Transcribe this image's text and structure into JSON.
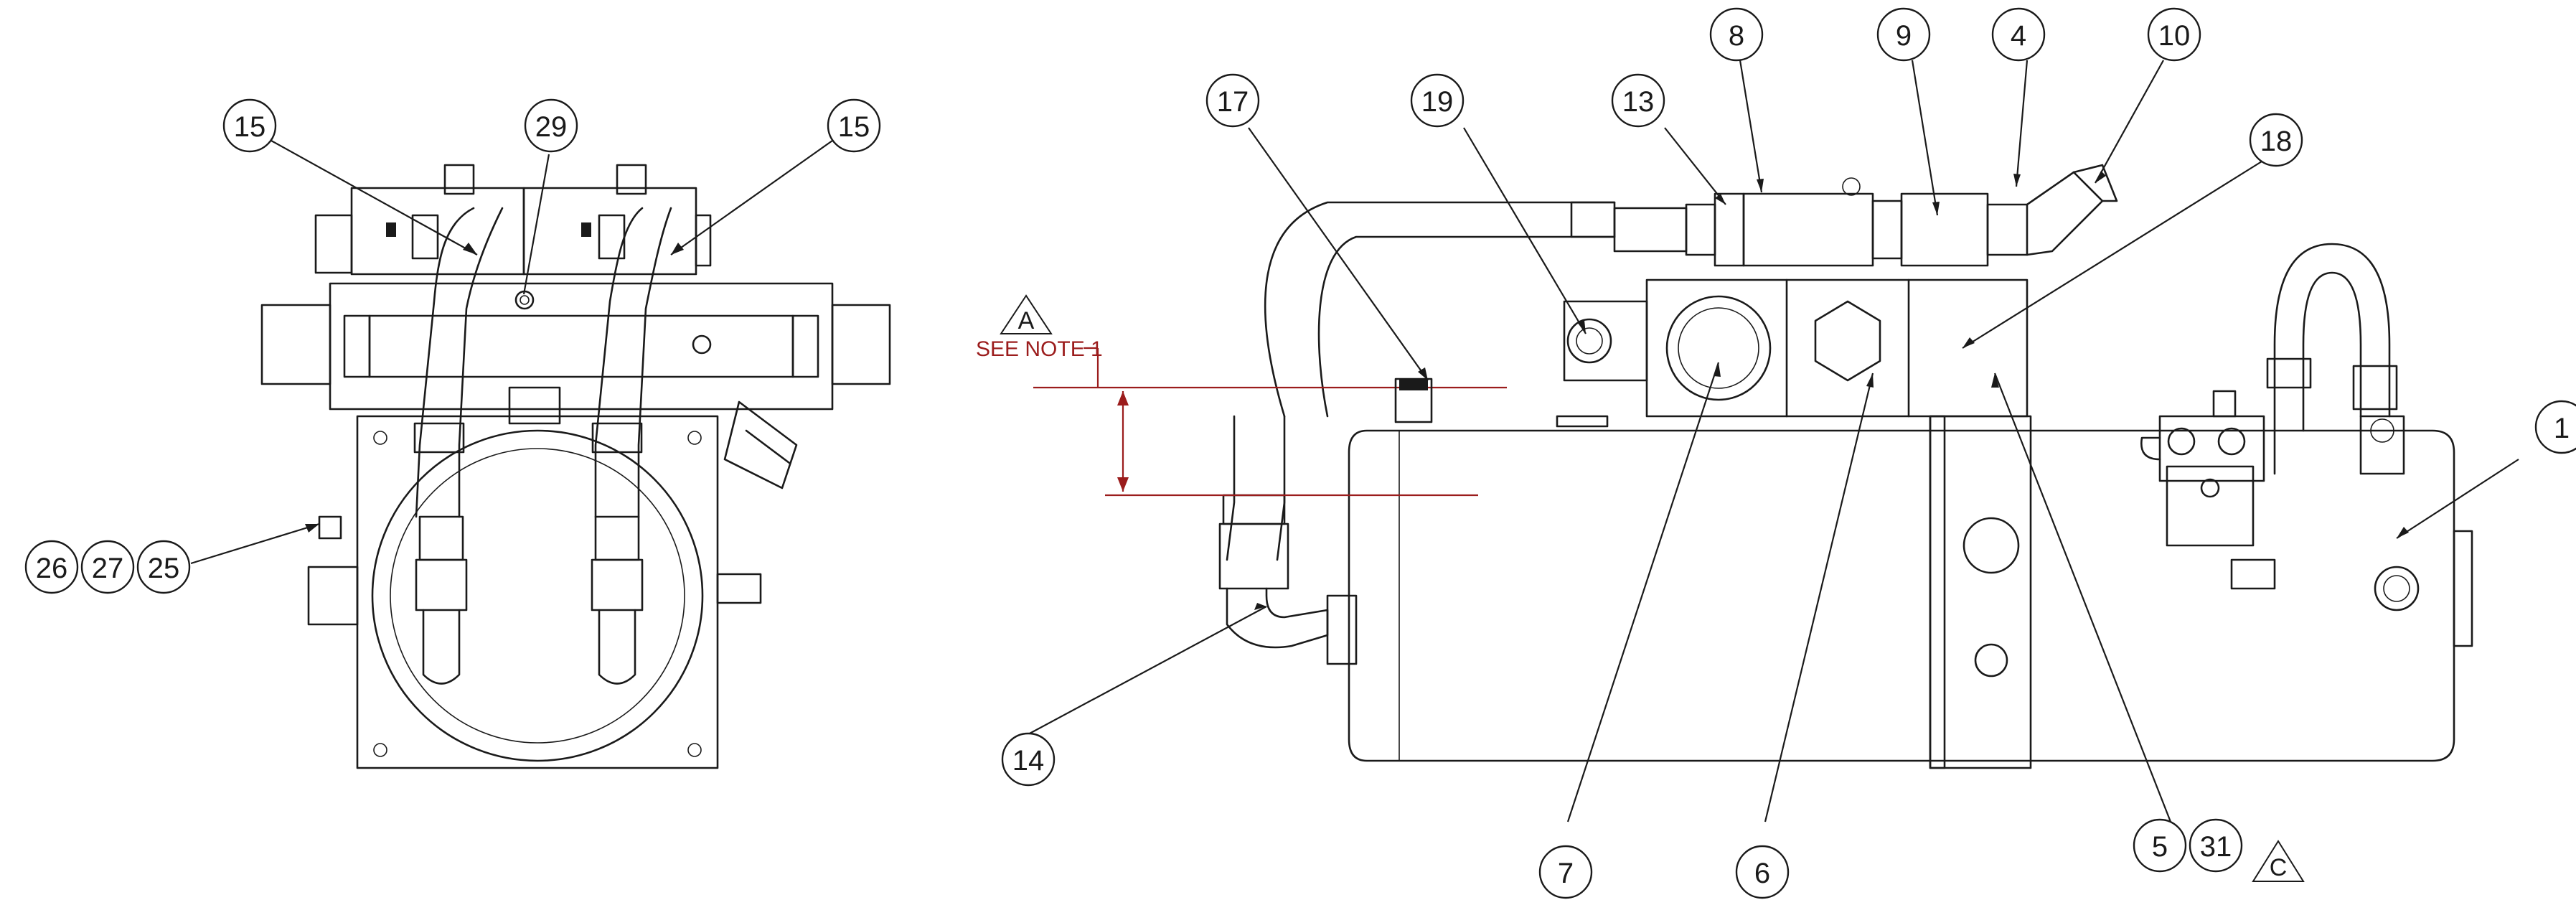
{
  "balloons": [
    {
      "id": "b15a",
      "label": "15"
    },
    {
      "id": "b29",
      "label": "29"
    },
    {
      "id": "b15b",
      "label": "15"
    },
    {
      "id": "b26",
      "label": "26"
    },
    {
      "id": "b27",
      "label": "27"
    },
    {
      "id": "b25",
      "label": "25"
    },
    {
      "id": "b17",
      "label": "17"
    },
    {
      "id": "b19",
      "label": "19"
    },
    {
      "id": "b13",
      "label": "13"
    },
    {
      "id": "b8",
      "label": "8"
    },
    {
      "id": "b9",
      "label": "9"
    },
    {
      "id": "b4",
      "label": "4"
    },
    {
      "id": "b10",
      "label": "10"
    },
    {
      "id": "b18",
      "label": "18"
    },
    {
      "id": "b1",
      "label": "1"
    },
    {
      "id": "b14",
      "label": "14"
    },
    {
      "id": "b7",
      "label": "7"
    },
    {
      "id": "b6",
      "label": "6"
    },
    {
      "id": "b5",
      "label": "5"
    },
    {
      "id": "b31",
      "label": "31"
    }
  ],
  "flags": {
    "a": "A",
    "c": "C"
  },
  "note": "SEE NOTE 1"
}
